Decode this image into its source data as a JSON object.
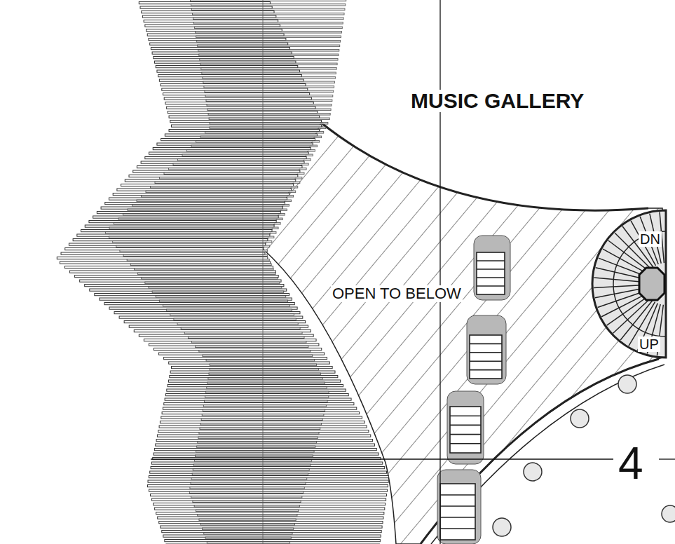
{
  "diagram": {
    "labels": [
      "MUSIC GALLERY",
      "OPEN TO BELOW",
      "DN",
      "UP",
      "4"
    ]
  }
}
